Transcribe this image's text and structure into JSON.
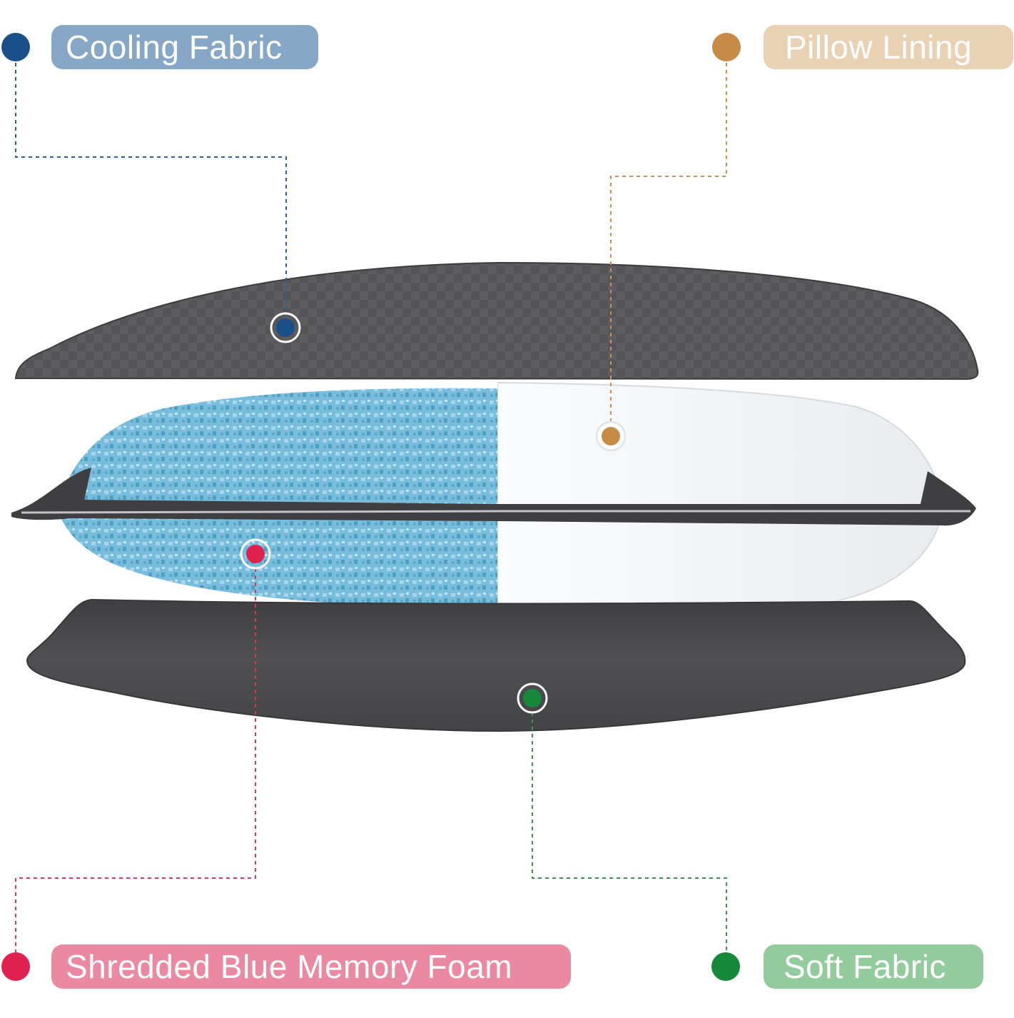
{
  "callouts": {
    "cooling_fabric": {
      "label": "Cooling Fabric",
      "dot_color": "#1b4f8a",
      "pill_color": "#86a7c6",
      "line_color": "#2d5e94"
    },
    "pillow_lining": {
      "label": "Pillow Lining",
      "dot_color": "#c68b46",
      "pill_color": "#e9d1b4",
      "line_color": "#c79256"
    },
    "memory_foam": {
      "label": "Shredded Blue Memory Foam",
      "dot_color": "#e0204f",
      "pill_color": "#eb89a2",
      "line_color": "#d8375c"
    },
    "soft_fabric": {
      "label": "Soft Fabric",
      "dot_color": "#16883a",
      "pill_color": "#93cc9c",
      "line_color": "#3f8f55"
    }
  },
  "colors": {
    "cover_dark": "#4b4b4d",
    "foam_blue": "#6fb6d6",
    "lining_white": "#f3f5f7"
  }
}
